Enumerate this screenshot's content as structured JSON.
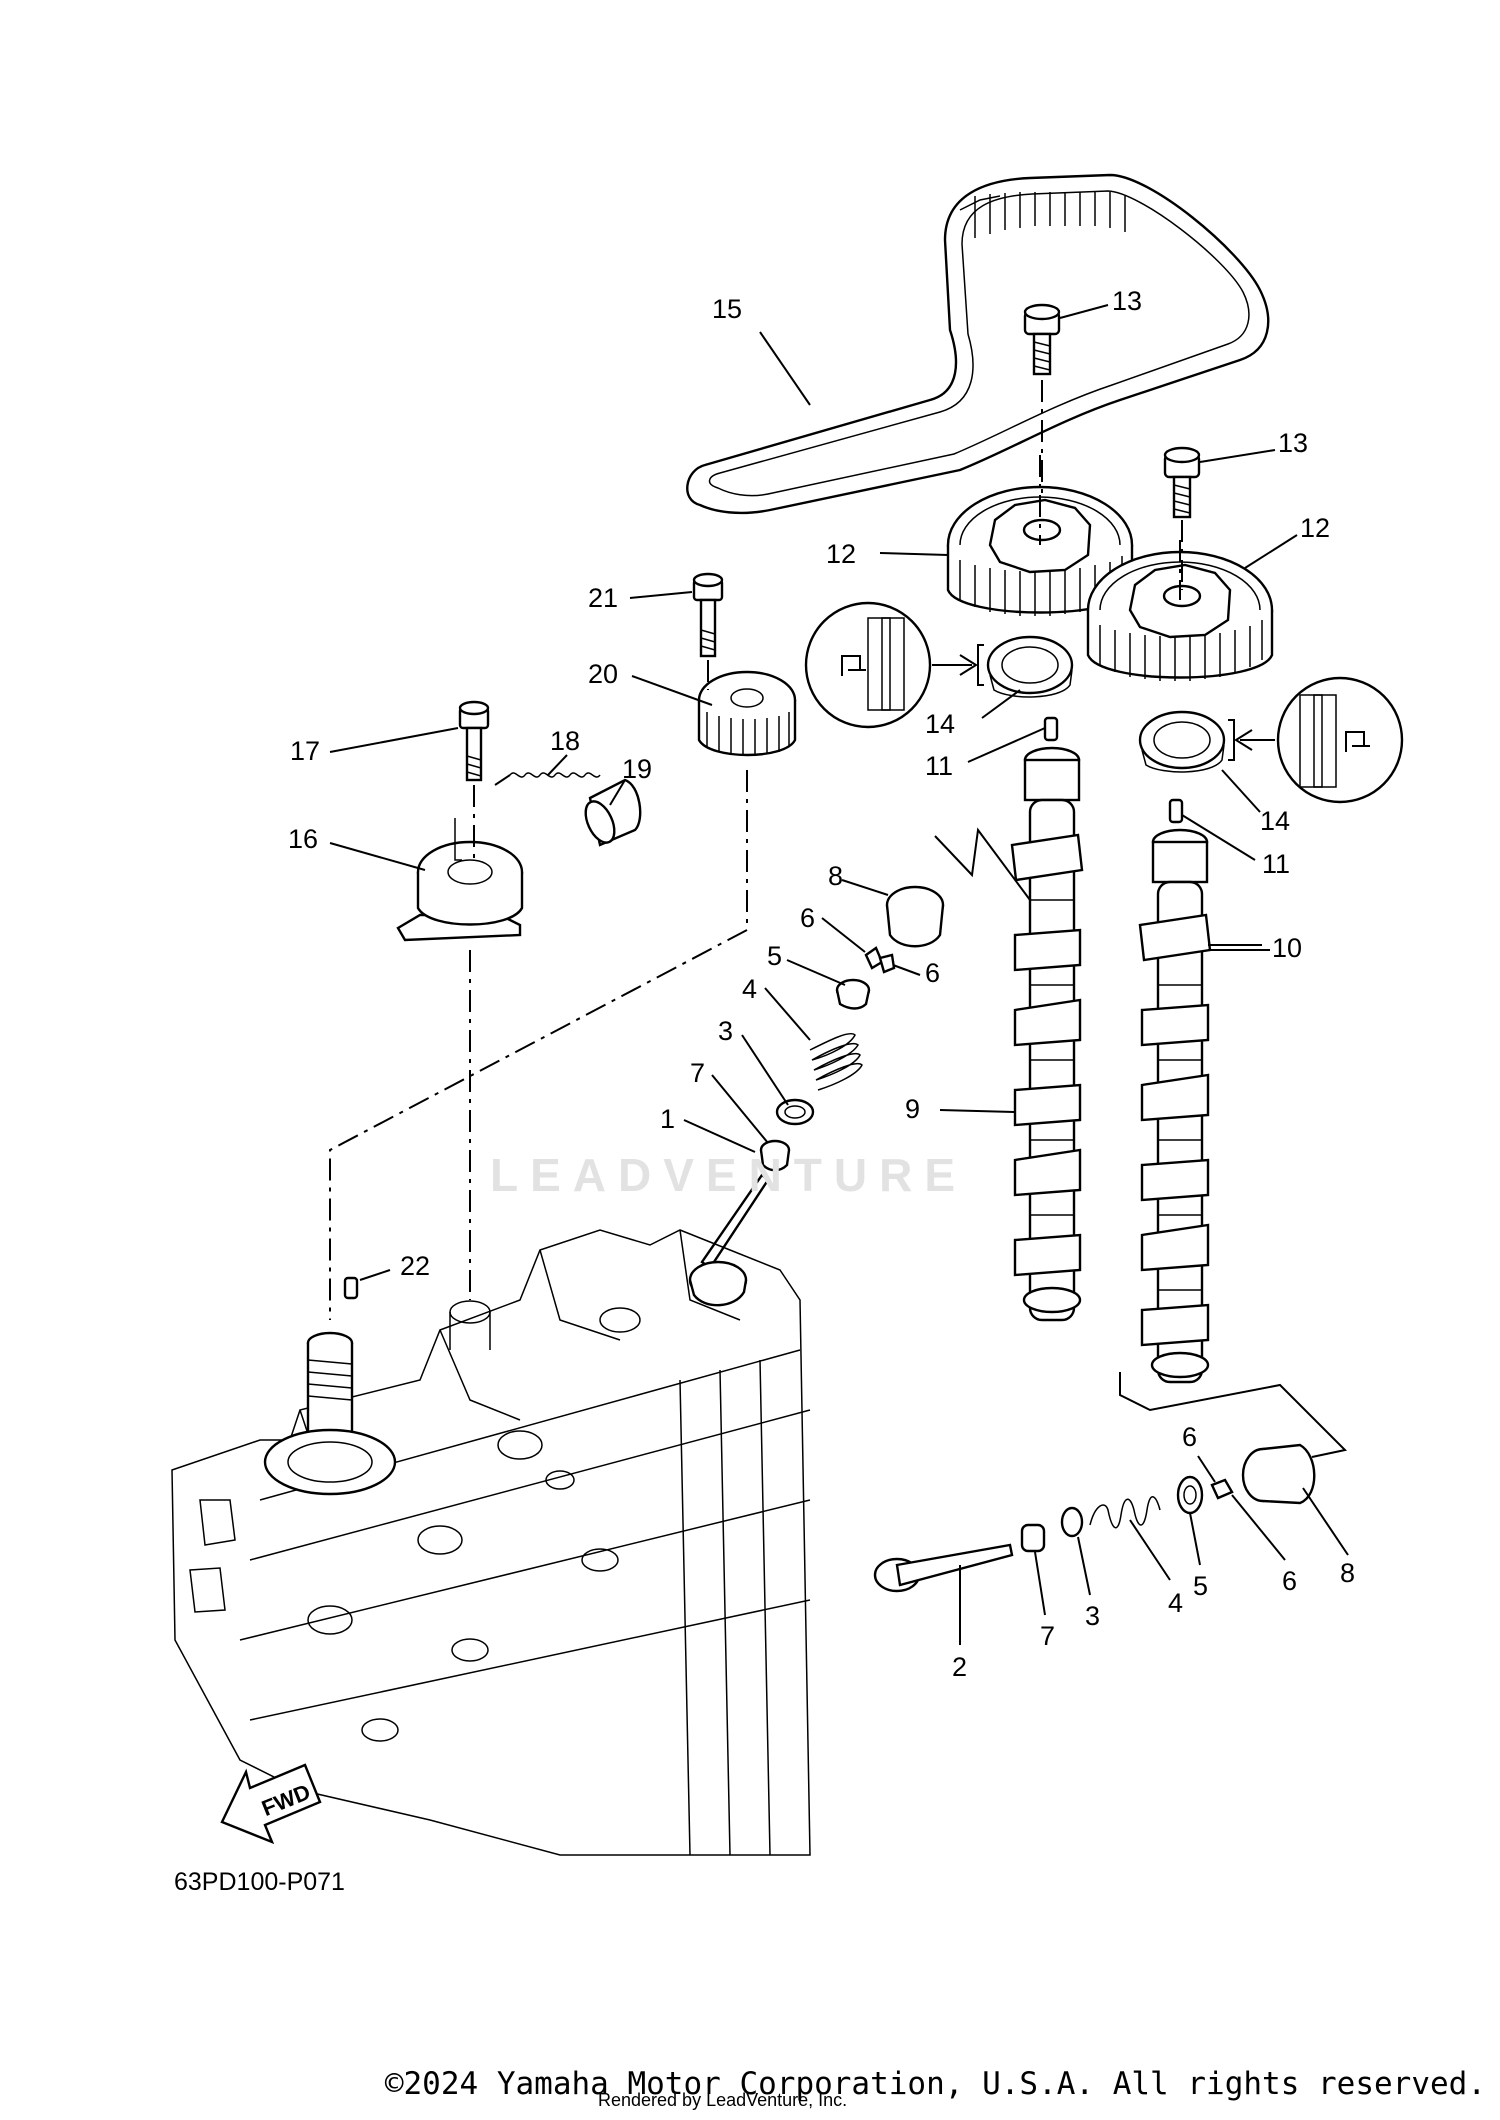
{
  "diagram": {
    "code": "63PD100-P071",
    "direction_label": "FWD",
    "watermark": "LEADVENTURE",
    "copyright": "©2024 Yamaha Motor Corporation, U.S.A. All rights reserved.",
    "rendered_by": "Rendered by LeadVenture, Inc.",
    "callouts": [
      {
        "id": "c15",
        "label": "15"
      },
      {
        "id": "c13a",
        "label": "13"
      },
      {
        "id": "c13b",
        "label": "13"
      },
      {
        "id": "c12a",
        "label": "12"
      },
      {
        "id": "c12b",
        "label": "12"
      },
      {
        "id": "c21",
        "label": "21"
      },
      {
        "id": "c20",
        "label": "20"
      },
      {
        "id": "c14a",
        "label": "14"
      },
      {
        "id": "c11a",
        "label": "11"
      },
      {
        "id": "c14b",
        "label": "14"
      },
      {
        "id": "c11b",
        "label": "11"
      },
      {
        "id": "c17",
        "label": "17"
      },
      {
        "id": "c18",
        "label": "18"
      },
      {
        "id": "c19",
        "label": "19"
      },
      {
        "id": "c16",
        "label": "16"
      },
      {
        "id": "c8a",
        "label": "8"
      },
      {
        "id": "c6a",
        "label": "6"
      },
      {
        "id": "c6b",
        "label": "6"
      },
      {
        "id": "c5a",
        "label": "5"
      },
      {
        "id": "c4a",
        "label": "4"
      },
      {
        "id": "c3a",
        "label": "3"
      },
      {
        "id": "c7a",
        "label": "7"
      },
      {
        "id": "c1",
        "label": "1"
      },
      {
        "id": "c10",
        "label": "10"
      },
      {
        "id": "c9",
        "label": "9"
      },
      {
        "id": "c22",
        "label": "22"
      },
      {
        "id": "c6c",
        "label": "6"
      },
      {
        "id": "c8b",
        "label": "8"
      },
      {
        "id": "c6d",
        "label": "6"
      },
      {
        "id": "c5b",
        "label": "5"
      },
      {
        "id": "c4b",
        "label": "4"
      },
      {
        "id": "c3b",
        "label": "3"
      },
      {
        "id": "c7b",
        "label": "7"
      },
      {
        "id": "c2",
        "label": "2"
      }
    ]
  }
}
